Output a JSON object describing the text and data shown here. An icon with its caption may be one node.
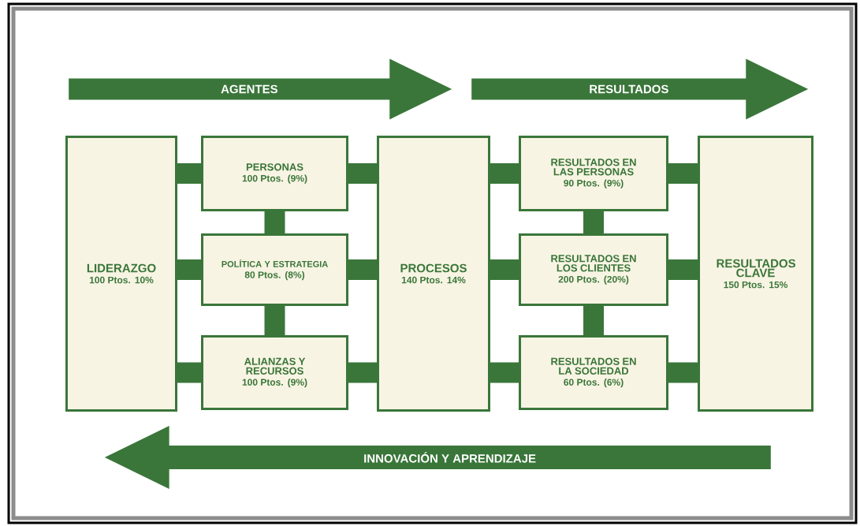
{
  "diagram": {
    "nodes": [
      {
        "text": [
          "AGENTES"
        ]
      },
      {
        "text": [
          "RESULTADOS"
        ]
      },
      {
        "text": [
          "LIDERAZGO",
          "100 Ptos. 10%"
        ]
      },
      {
        "text": [
          "PERSONAS",
          "100 Ptos. (9%)"
        ]
      },
      {
        "text": [
          "POLÍTICA Y ESTRATEGIA",
          "80 Ptos. (8%)"
        ]
      },
      {
        "text": [
          "ALIANZAS Y RECURSOS",
          "100 Ptos. (9%)"
        ]
      },
      {
        "text": [
          "PROCESOS",
          "140 Ptos. 14%"
        ]
      },
      {
        "text": [
          "RESULTADOS EN LAS PERSONAS",
          "90 Ptos. (9%)"
        ]
      },
      {
        "text": [
          "RESULTADOS EN LOS CLIENTES",
          "200 Ptos. (20%)"
        ]
      },
      {
        "text": [
          "RESULTADOS EN LA SOCIEDAD",
          "60 Ptos. (6%)"
        ]
      },
      {
        "text": [
          "RESULTADOS CLAVE",
          "150 Ptos. 15%"
        ]
      },
      {
        "text": [
          "INNOVACIÓN Y APRENDIZAJE"
        ]
      }
    ],
    "edges": [
      {
        "from": 2,
        "to": 3,
        "arrow": "none"
      },
      {
        "from": 2,
        "to": 4,
        "arrow": "none"
      },
      {
        "from": 2,
        "to": 5,
        "arrow": "none"
      },
      {
        "from": 3,
        "to": 4,
        "arrow": "none"
      },
      {
        "from": 4,
        "to": 5,
        "arrow": "none"
      },
      {
        "from": 3,
        "to": 6,
        "arrow": "none"
      },
      {
        "from": 4,
        "to": 6,
        "arrow": "none"
      },
      {
        "from": 5,
        "to": 6,
        "arrow": "none"
      },
      {
        "from": 6,
        "to": 7,
        "arrow": "none"
      },
      {
        "from": 6,
        "to": 8,
        "arrow": "none"
      },
      {
        "from": 6,
        "to": 9,
        "arrow": "none"
      },
      {
        "from": 7,
        "to": 8,
        "arrow": "none"
      },
      {
        "from": 8,
        "to": 9,
        "arrow": "none"
      },
      {
        "from": 7,
        "to": 10,
        "arrow": "none"
      },
      {
        "from": 8,
        "to": 10,
        "arrow": "none"
      },
      {
        "from": 9,
        "to": 10,
        "arrow": "none"
      }
    ]
  }
}
